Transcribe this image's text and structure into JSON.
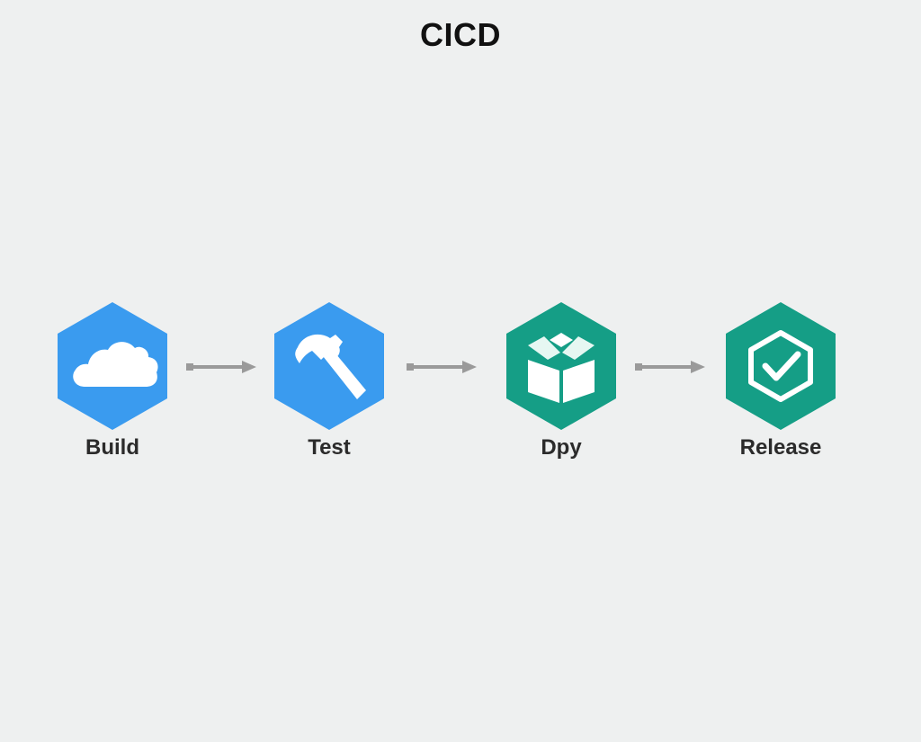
{
  "title": "CICD",
  "colors": {
    "background": "#eef0f0",
    "blue": "#3a9bef",
    "teal": "#159e86",
    "arrow": "#9a9a9a",
    "icon": "#ffffff"
  },
  "stages": [
    {
      "label": "Build",
      "icon": "cloud-icon",
      "color": "blue"
    },
    {
      "label": "Test",
      "icon": "hammer-icon",
      "color": "blue"
    },
    {
      "label": "Dpy",
      "icon": "box-icon",
      "color": "teal"
    },
    {
      "label": "Release",
      "icon": "check-shield-icon",
      "color": "teal"
    }
  ]
}
